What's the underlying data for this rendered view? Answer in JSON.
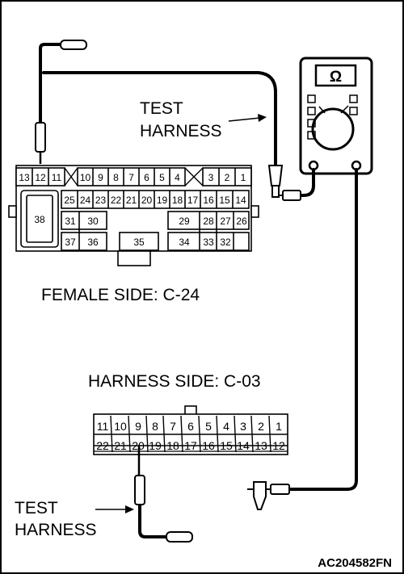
{
  "labels": {
    "test_harness_top_1": "TEST",
    "test_harness_top_2": "HARNESS",
    "female_side": "FEMALE SIDE: C-24",
    "harness_side": "HARNESS SIDE: C-03",
    "test_harness_bottom_1": "TEST",
    "test_harness_bottom_2": "HARNESS",
    "figure_code": "AC204582FN"
  },
  "meter": {
    "symbol": "Ω"
  },
  "c24": {
    "row1": [
      "13",
      "12",
      "11",
      "10",
      "9",
      "8",
      "7",
      "6",
      "5",
      "4",
      "3",
      "2",
      "1"
    ],
    "row2": [
      "25",
      "24",
      "23",
      "22",
      "21",
      "20",
      "19",
      "18",
      "17",
      "16",
      "15",
      "14"
    ],
    "row3": [
      "31",
      "30",
      "29",
      "28",
      "27",
      "26"
    ],
    "row4": [
      "37",
      "36",
      "35",
      "34",
      "33",
      "32"
    ],
    "big": "38"
  },
  "c03": {
    "row1": [
      "11",
      "10",
      "9",
      "8",
      "7",
      "6",
      "5",
      "4",
      "3",
      "2",
      "1"
    ],
    "row2": [
      "22",
      "21",
      "20",
      "19",
      "18",
      "17",
      "16",
      "15",
      "14",
      "13",
      "12"
    ]
  }
}
